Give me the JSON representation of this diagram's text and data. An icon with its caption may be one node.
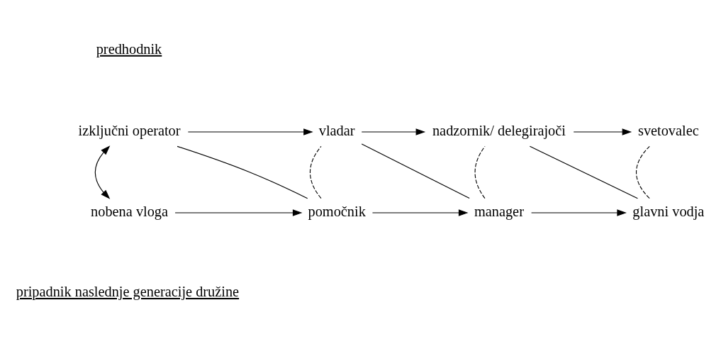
{
  "diagram": {
    "nodes": [
      {
        "text": [
          "izključni operator"
        ]
      },
      {
        "text": [
          "vladar"
        ]
      },
      {
        "text": [
          "nadzornik/ delegirajoči"
        ]
      },
      {
        "text": [
          "svetovalec"
        ]
      },
      {
        "text": [
          "nobena vloga"
        ]
      },
      {
        "text": [
          "pomočnik"
        ]
      },
      {
        "text": [
          "manager"
        ]
      },
      {
        "text": [
          "glavni vodja"
        ]
      }
    ],
    "edges": [
      {
        "from": 0,
        "to": 1,
        "arrow": "to"
      },
      {
        "from": 1,
        "to": 2,
        "arrow": "to"
      },
      {
        "from": 2,
        "to": 3,
        "arrow": "to"
      },
      {
        "from": 0,
        "to": 4,
        "arrow": "both"
      },
      {
        "from": 0,
        "to": 5,
        "arrow": "none"
      },
      {
        "from": 5,
        "to": 1,
        "arrow": "none",
        "style": "dashed"
      },
      {
        "from": 1,
        "to": 6,
        "arrow": "none"
      },
      {
        "from": 6,
        "to": 2,
        "arrow": "none",
        "style": "dashed"
      },
      {
        "from": 2,
        "to": 7,
        "arrow": "none"
      },
      {
        "from": 7,
        "to": 3,
        "arrow": "none",
        "style": "dashed"
      },
      {
        "from": 4,
        "to": 5,
        "arrow": "to"
      },
      {
        "from": 5,
        "to": 6,
        "arrow": "to"
      },
      {
        "from": 6,
        "to": 7,
        "arrow": "to"
      }
    ],
    "labels": [
      "predhodnik",
      "pripadnik naslednje generacije družine"
    ]
  }
}
